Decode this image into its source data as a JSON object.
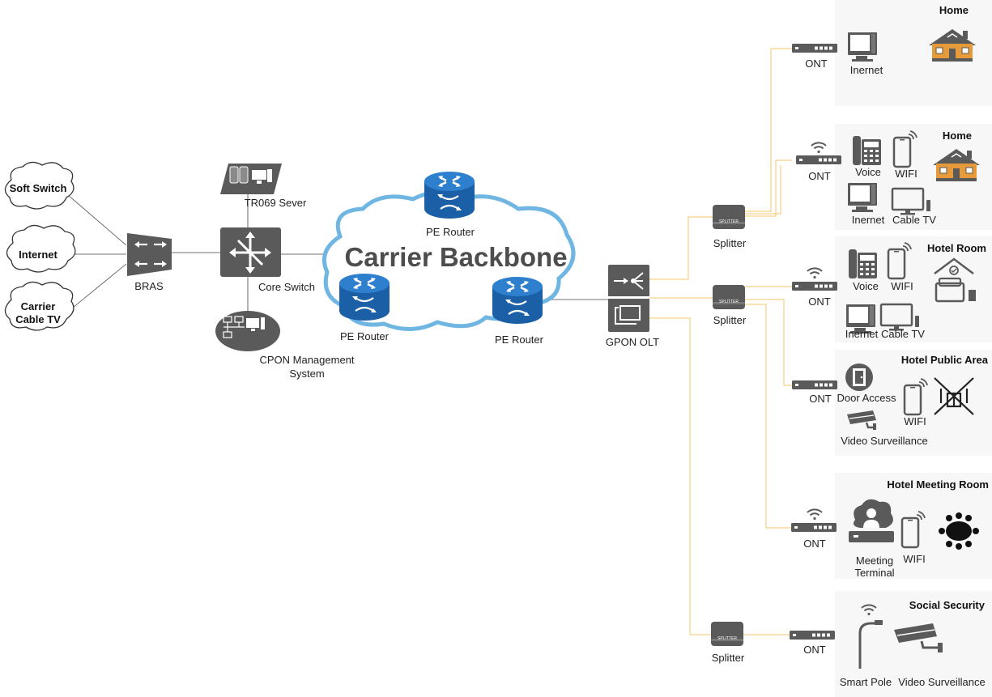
{
  "sources": {
    "soft_switch": "Soft Switch",
    "internet": "Internet",
    "cable_tv_line1": "Carrier",
    "cable_tv_line2": "Cable TV"
  },
  "core": {
    "bras": "BRAS",
    "core_switch": "Core Switch",
    "tr069": "TR069 Sever",
    "cpon_line1": "CPON Management",
    "cpon_line2": "System"
  },
  "backbone": {
    "title": "Carrier Backbone",
    "router_top": "PE Router",
    "router_left": "PE Router",
    "router_right": "PE Router"
  },
  "access": {
    "olt": "GPON OLT",
    "splitter_1": "Splitter",
    "splitter_2": "Splitter",
    "splitter_3": "Splitter",
    "splitter_tag": "SPLITTER"
  },
  "zones": {
    "home1": {
      "title": "Home",
      "ont": "ONT",
      "devices": [
        "Inernet"
      ]
    },
    "home2": {
      "title": "Home",
      "ont": "ONT",
      "devices": [
        "Voice",
        "WIFI",
        "Inernet",
        "Cable TV"
      ]
    },
    "hotel_room": {
      "title": "Hotel Room",
      "ont": "ONT",
      "devices": [
        "Voice",
        "WIFI",
        "Inernet",
        "Cable TV"
      ]
    },
    "hotel_public": {
      "title": "Hotel Public Area",
      "ont": "ONT",
      "devices": [
        "Door Access",
        "WIFI",
        "Video Surveillance"
      ]
    },
    "meeting_room": {
      "title": "Hotel Meeting Room",
      "ont": "ONT",
      "devices": [
        "Meeting",
        "Terminal",
        "WIFI"
      ]
    },
    "social_security": {
      "title": "Social Security",
      "ont": "ONT",
      "devices": [
        "Smart Pole",
        "Video Surveillance"
      ]
    }
  },
  "colors": {
    "device_gray": "#5a5a5a",
    "router_blue": "#1b5fa6",
    "cloud_blue": "#6fb6e2",
    "fiber_orange": "#f5c46a",
    "zone_bg": "#f7f7f7",
    "house_orange": "#e79a3a"
  }
}
